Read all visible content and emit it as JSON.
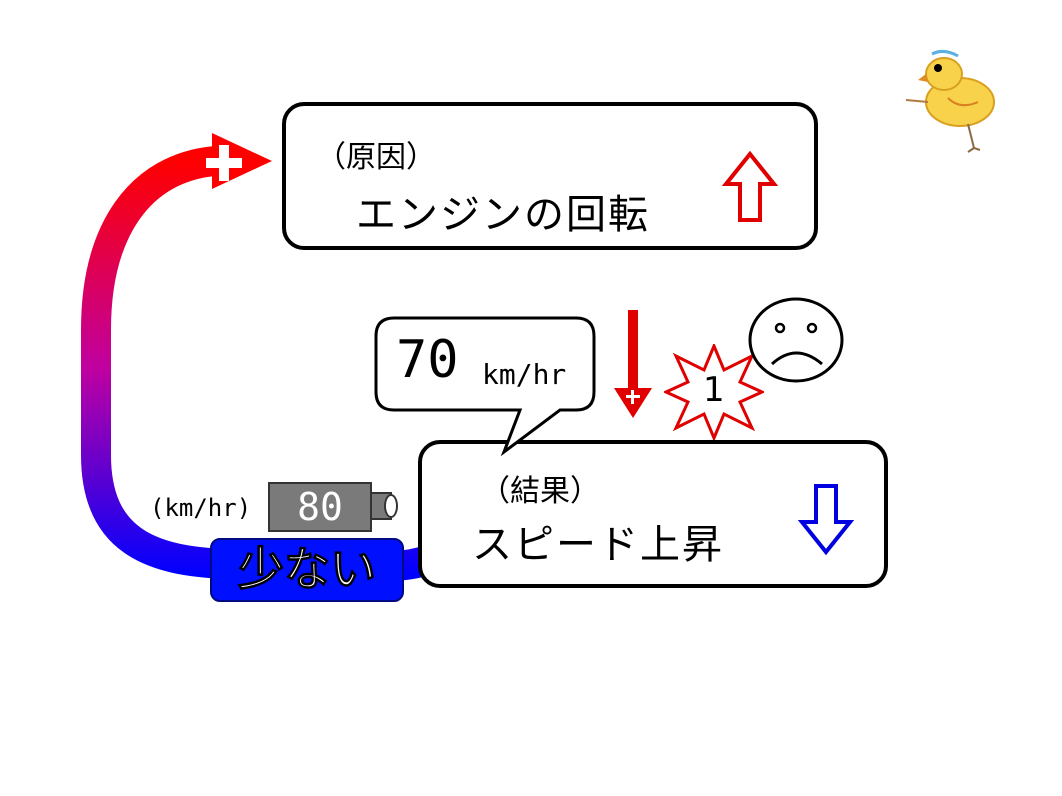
{
  "cause_box": {
    "label": "（原因）",
    "text": "エンジンの回転",
    "arrow_direction": "up",
    "arrow_color": "#e00000"
  },
  "effect_box": {
    "label": "（結果）",
    "text": "スピード上昇",
    "arrow_direction": "down",
    "arrow_color": "#0000e0"
  },
  "speech_bubble": {
    "value": "70",
    "unit": "km/hr"
  },
  "gauge": {
    "unit": "(km/hr)",
    "value": "80"
  },
  "low_badge": {
    "text": "少ない",
    "color": "#0010ff"
  },
  "feedback_loop": {
    "sign": "+",
    "gradient_top": "#ff0000",
    "gradient_bottom": "#0000ff"
  },
  "causal_link": {
    "sign": "+",
    "color": "#e00000"
  },
  "delay_burst": {
    "text": "1"
  },
  "icons": {
    "face": "sad-face-icon",
    "chick": "chick-drawing-icon"
  }
}
